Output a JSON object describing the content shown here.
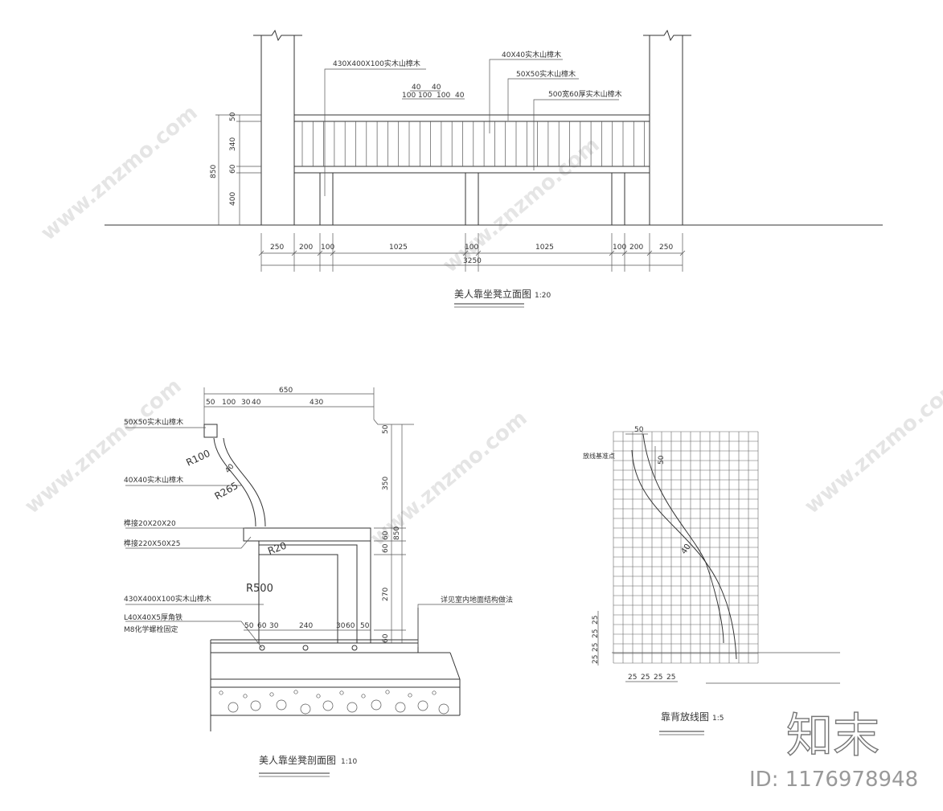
{
  "elevation": {
    "title": "美人靠坐凳立面图",
    "scale": "1:20",
    "labels": {
      "item1": "430X400X100实木山樟木",
      "item2": "40X40实木山樟木",
      "item3": "50X50实木山樟木",
      "item4": "500宽60厚实木山樟木"
    },
    "dims_top": [
      "100",
      "100",
      "100",
      "40"
    ],
    "dims_top2": [
      "40",
      "40"
    ],
    "dims_vertical": [
      "50",
      "340",
      "60",
      "400"
    ],
    "dim_total_height": "850",
    "dims_bottom": [
      "250",
      "200",
      "100",
      "1025",
      "100",
      "1025",
      "100",
      "200",
      "250"
    ],
    "dim_total_width": "3250"
  },
  "section": {
    "title": "美人靠坐凳剖面图",
    "scale": "1:10",
    "labels": {
      "l1": "50X50实木山樟木",
      "l2": "40X40实木山樟木",
      "l3": "榫接20X20X20",
      "l4": "榫接220X50X25",
      "l5": "430X400X100实木山樟木",
      "l6": "L40X40X5厚角铁",
      "l7": "M8化学螺栓固定",
      "note": "详见室内地面结构做法"
    },
    "dim_top_total": "650",
    "dims_top": [
      "50",
      "100",
      "30",
      "40",
      "430"
    ],
    "radii": [
      "R100",
      "R265",
      "R20",
      "R500"
    ],
    "angle": "40",
    "dims_right": [
      "50",
      "350",
      "60",
      "60",
      "270",
      "60"
    ],
    "dim_right_total": "850",
    "dims_bottom": [
      "50",
      "60",
      "30",
      "240",
      "30",
      "60",
      "50"
    ]
  },
  "grid_drawing": {
    "title": "靠背放线图",
    "scale": "1:5",
    "label_origin": "放线基准点",
    "dims": [
      "50",
      "50",
      "40"
    ],
    "dims_left": [
      "25",
      "25",
      "25",
      "25"
    ],
    "dims_bottom": [
      "25",
      "25",
      "25",
      "25"
    ]
  },
  "watermark": {
    "brand": "知末",
    "site": "www.znzmo.com",
    "id_text": "ID: 1176978948"
  }
}
